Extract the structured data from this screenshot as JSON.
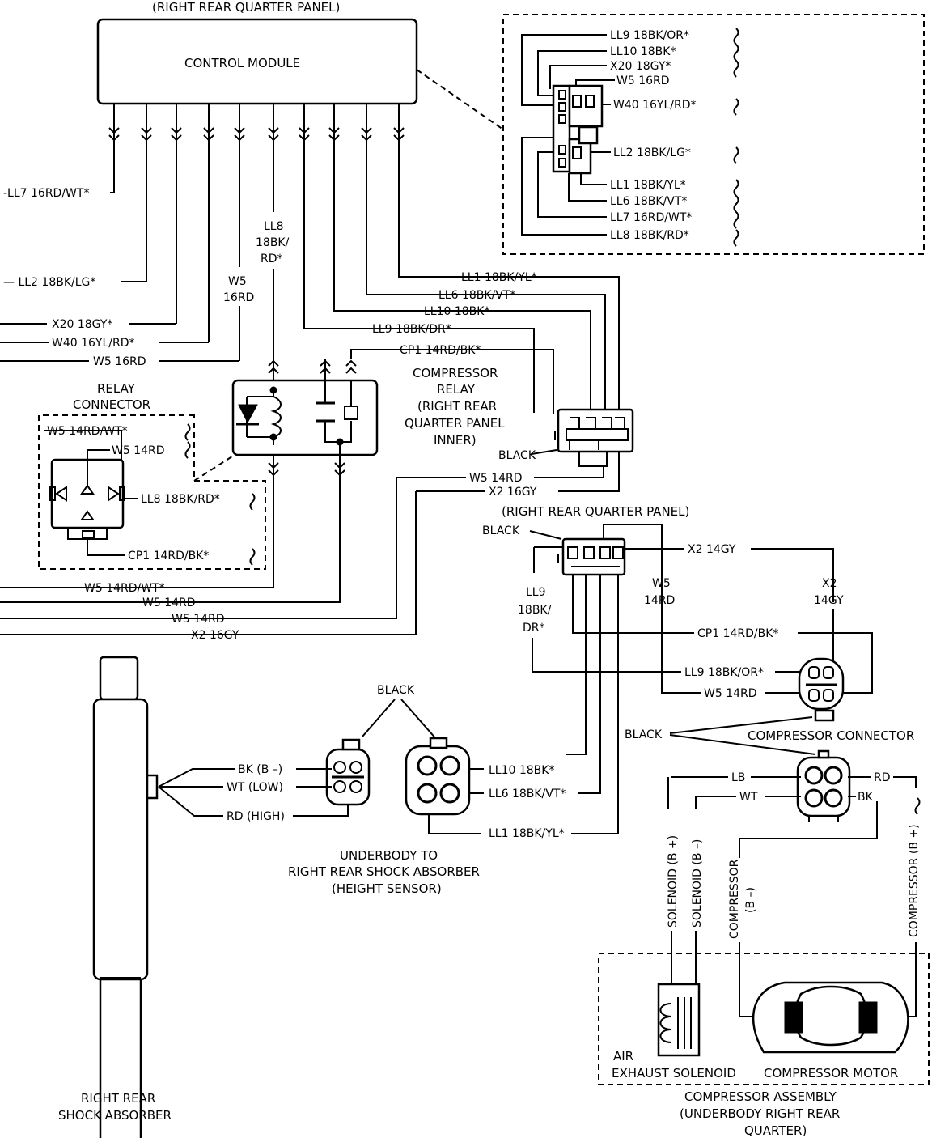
{
  "titles": {
    "top_location": "(RIGHT REAR QUARTER PANEL)",
    "control_module": "CONTROL MODULE",
    "relay_connector": [
      "RELAY",
      "CONNECTOR"
    ],
    "compressor_relay": [
      "COMPRESSOR",
      "RELAY",
      "(RIGHT REAR",
      "QUARTER PANEL",
      "INNER)"
    ],
    "rr_quarter_panel": "(RIGHT REAR QUARTER PANEL)",
    "compressor_connector": "COMPRESSOR CONNECTOR",
    "underbody_sensor": [
      "UNDERBODY TO",
      "RIGHT REAR SHOCK ABSORBER",
      "(HEIGHT SENSOR)"
    ],
    "shock_absorber": [
      "RIGHT REAR",
      "SHOCK ABSORBER"
    ],
    "air_exhaust_solenoid": [
      "AIR",
      "EXHAUST SOLENOID"
    ],
    "compressor_motor": "COMPRESSOR MOTOR",
    "compressor_assembly": [
      "COMPRESSOR ASSEMBLY",
      "(UNDERBODY RIGHT REAR",
      "QUARTER)"
    ]
  },
  "module_connector_wires": [
    "LL9 18BK/OR*",
    "LL10 18BK*",
    "X20 18GY*",
    "W5 16RD",
    "W40 16YL/RD*",
    "LL2 18BK/LG*",
    "LL1 18BK/YL*",
    "LL6 18BK/VT*",
    "LL7 16RD/WT*",
    "LL8 18BK/RD*"
  ],
  "left_wires": {
    "ll7": "-LL7 16RD/WT*",
    "ll2": "— LL2 18BK/LG*",
    "x20": "X20 18GY*",
    "w40": "W40 16YL/RD*",
    "w5": "W5 16RD",
    "w5_vertical": [
      "W5",
      "16RD"
    ],
    "ll8_vertical": [
      "LL8",
      "18BK/",
      "RD*"
    ]
  },
  "relay_wires": {
    "ll1": "LL1 18BK/YL*",
    "ll6": "LL6 18BK/VT*",
    "ll10": "LL10 18BK*",
    "ll9": "LL9 18BK/DR*",
    "cp1": "CP1 14RD/BK*",
    "black": "BLACK",
    "w5_14rd": "W5 14RD",
    "x2_16gy": "X2 16GY"
  },
  "relay_connector_wires": {
    "w5_rdwt": "W5 14RD/WT*",
    "w5_rd": "W5 14RD",
    "ll8": "LL8 18BK/RD*",
    "cp1": "CP1 14RD/BK*"
  },
  "bottom_left_wires": {
    "w5_rdwt": "W5 14RD/WT*",
    "w5_rd_a": "W5 14RD",
    "w5_rd_b": "W5 14RD",
    "x2": "X2 16GY"
  },
  "quarter_panel_connector": {
    "black": "BLACK",
    "x2_14gy": "X2 14GY",
    "x2_vertical": [
      "X2",
      "14GY"
    ],
    "w5_vertical": [
      "W5",
      "14RD"
    ],
    "ll9_vertical": [
      "LL9",
      "18BK/",
      "DR*"
    ],
    "cp1": "CP1 14RD/BK*",
    "ll9_or": "LL9 18BK/OR*",
    "w5_14rd": "W5 14RD"
  },
  "sensor": {
    "black": "BLACK",
    "bk": "BK (B –)",
    "wt": "WT (LOW)",
    "rd": "RD (HIGH)",
    "ll10": "LL10 18BK*",
    "ll6": "LL6 18BK/VT*",
    "ll1": "LL1 18BK/YL*"
  },
  "compressor": {
    "black": "BLACK",
    "lb": "LB",
    "wt": "WT",
    "rd": "RD",
    "bk": "BK",
    "solenoid_bplus": "SOLENOID (B +)",
    "solenoid_bminus": "SOLENOID (B –)",
    "compressor_bminus": [
      "COMPRESSOR",
      "(B –)"
    ],
    "compressor_bplus": "COMPRESSOR (B +)"
  }
}
